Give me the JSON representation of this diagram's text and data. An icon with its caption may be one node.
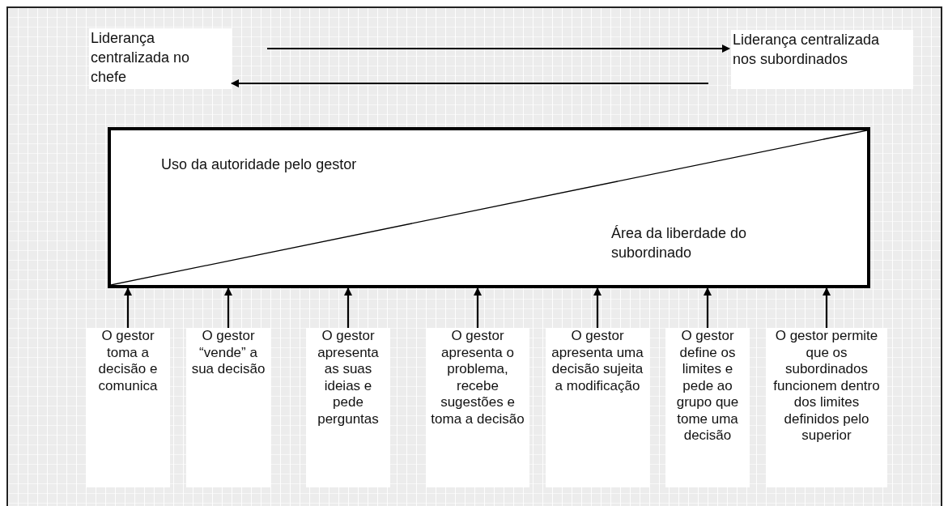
{
  "diagram": {
    "nodes": [
      {
        "text": [
          "Liderança centralizada no chefe"
        ]
      },
      {
        "text": [
          "Liderança centralizada nos subordinados"
        ]
      },
      {
        "text": [
          "Uso da autoridade pelo gestor",
          "Área da liberdade do subordinado"
        ]
      },
      {
        "text": [
          "O gestor toma a decisão e comunica"
        ]
      },
      {
        "text": [
          "O gestor “vende” a sua decisão"
        ]
      },
      {
        "text": [
          "O gestor apresenta as suas ideias e pede perguntas"
        ]
      },
      {
        "text": [
          "O gestor apresenta o problema, recebe sugestões e toma a decisão"
        ]
      },
      {
        "text": [
          "O gestor apresenta uma decisão sujeita a modificação"
        ]
      },
      {
        "text": [
          "O gestor define os limites e pede ao grupo que tome uma decisão"
        ]
      },
      {
        "text": [
          "O gestor permite que os subordinados funcionem dentro dos limites definidos pelo superior"
        ]
      }
    ],
    "edges": [
      {
        "from": 0,
        "to": 1,
        "arrow": "to"
      },
      {
        "from": 1,
        "to": 0,
        "arrow": "to"
      },
      {
        "from": 3,
        "to": 2,
        "arrow": "to"
      },
      {
        "from": 4,
        "to": 2,
        "arrow": "to"
      },
      {
        "from": 5,
        "to": 2,
        "arrow": "to"
      },
      {
        "from": 6,
        "to": 2,
        "arrow": "to"
      },
      {
        "from": 7,
        "to": 2,
        "arrow": "to"
      },
      {
        "from": 8,
        "to": 2,
        "arrow": "to"
      },
      {
        "from": 9,
        "to": 2,
        "arrow": "to"
      }
    ]
  }
}
